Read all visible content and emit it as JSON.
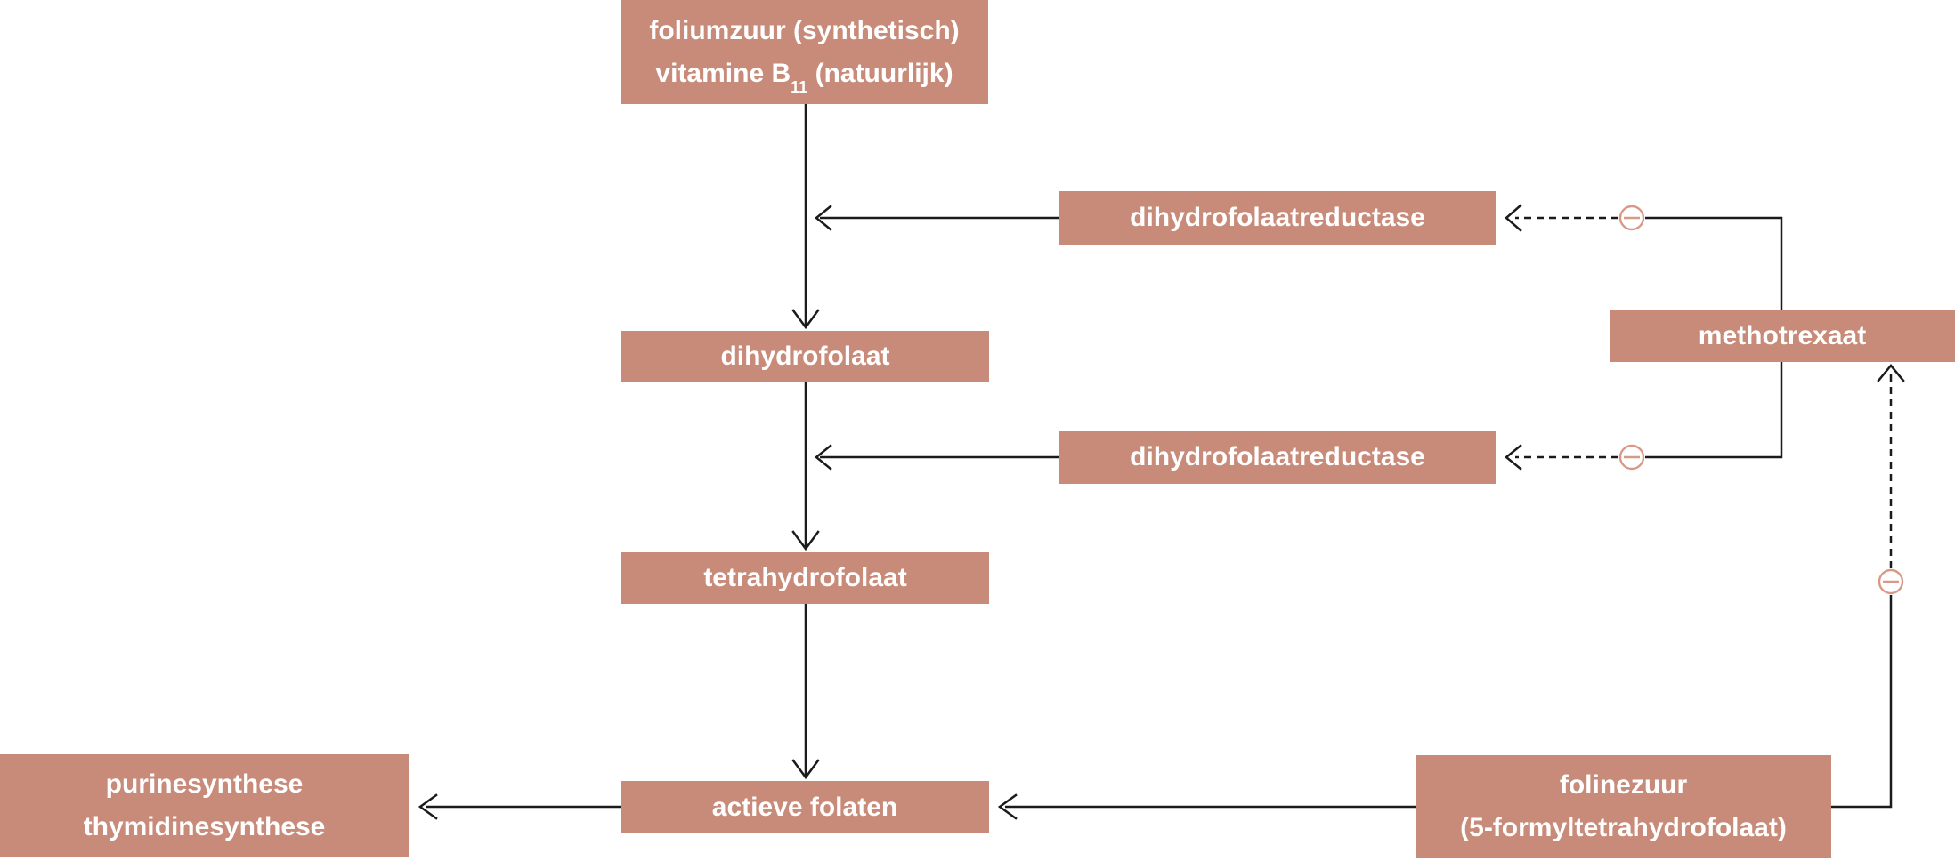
{
  "colors": {
    "box_fill": "#c88b79",
    "box_text": "#ffffff",
    "line": "#1b1b1b",
    "inhibitor": "#d89a87",
    "background": "#ffffff"
  },
  "nodes": {
    "foliumzuur": {
      "line1": "foliumzuur (synthetisch)",
      "line2_prefix": "vitamine B",
      "line2_sub": "11",
      "line2_suffix": "(natuurlijk)"
    },
    "dihydrofolaatreductase_1": {
      "label": "dihydrofolaatreductase"
    },
    "dihydrofolaatreductase_2": {
      "label": "dihydrofolaatreductase"
    },
    "methotrexaat": {
      "label": "methotrexaat"
    },
    "dihydrofolaat": {
      "label": "dihydrofolaat"
    },
    "tetrahydrofolaat": {
      "label": "tetrahydrofolaat"
    },
    "actieve_folaten": {
      "label": "actieve folaten"
    },
    "synthese": {
      "line1": "purinesynthese",
      "line2": "thymidinesynthese"
    },
    "folinezuur": {
      "line1": "folinezuur",
      "line2": "(5-formyltetrahydrofolaat)"
    }
  }
}
